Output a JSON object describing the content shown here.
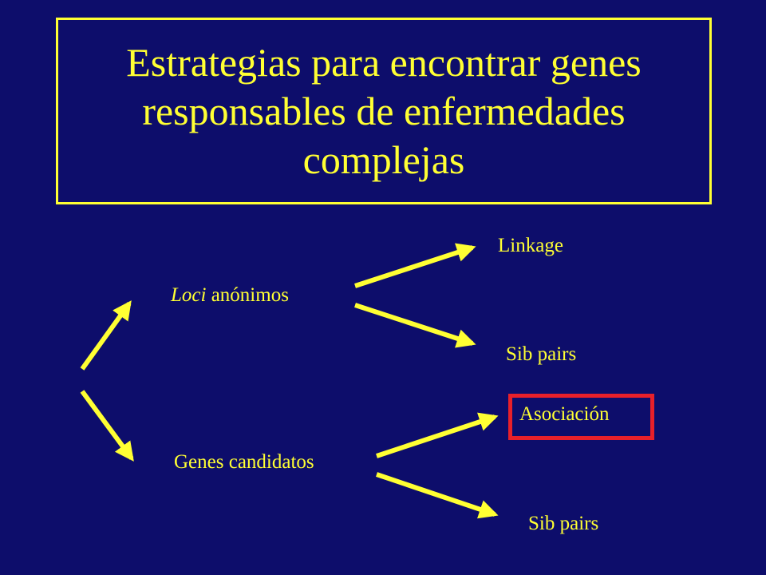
{
  "slide": {
    "title": "Estrategias para encontrar genes responsables de enfermedades complejas",
    "colors": {
      "background": "#0d0d6b",
      "text": "#ffff33",
      "highlight": "#e8202a"
    }
  },
  "tree": {
    "branch_loci": {
      "italic_word": "Loci",
      "rest": " anónimos"
    },
    "branch_genes": {
      "label": "Genes candidatos"
    },
    "loci_children": [
      {
        "label": "Linkage"
      },
      {
        "label": "Sib pairs"
      }
    ],
    "genes_children": [
      {
        "label": "Asociación",
        "highlighted": true
      },
      {
        "label": "Sib pairs"
      }
    ]
  }
}
